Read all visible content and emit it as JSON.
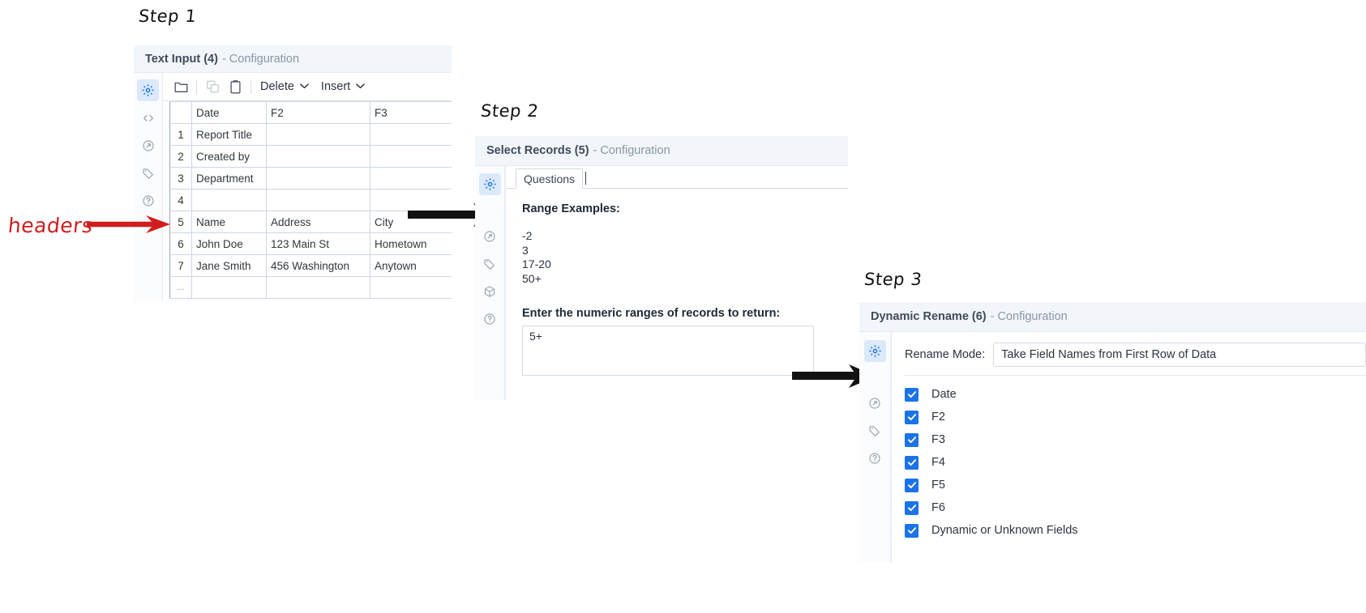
{
  "annotations": {
    "step1_label": "Step 1",
    "step2_label": "Step 2",
    "step3_label": "Step 3",
    "headers_label": "headers",
    "red_color": "#d01e1e",
    "arrow_color": "#111111"
  },
  "step1": {
    "title_bold": "Text Input (4)",
    "title_sub": "- Configuration",
    "toolbar": {
      "open_icon": "folder-icon",
      "copy_icon": "copy-icon",
      "paste_icon": "clipboard-icon",
      "delete_label": "Delete",
      "delete_caret": "chevron-down-icon",
      "insert_label": "Insert",
      "insert_caret": "chevron-down-icon"
    },
    "rail_icons": [
      "gear-icon",
      "code-brackets-icon",
      "circle-arrow-icon",
      "tag-icon",
      "help-icon"
    ],
    "grid": {
      "columns": [
        "",
        "Date",
        "F2",
        "F3",
        ""
      ],
      "rows": [
        {
          "num": "",
          "cells": [
            "Date",
            "F2",
            "F3",
            ""
          ]
        },
        {
          "num": "1",
          "cells": [
            "Report Title",
            "",
            "",
            ""
          ]
        },
        {
          "num": "2",
          "cells": [
            "Created by",
            "",
            "",
            ""
          ]
        },
        {
          "num": "3",
          "cells": [
            "Department",
            "",
            "",
            ""
          ]
        },
        {
          "num": "4",
          "cells": [
            "",
            "",
            "",
            ""
          ]
        },
        {
          "num": "5",
          "cells": [
            "Name",
            "Address",
            "City",
            ""
          ]
        },
        {
          "num": "6",
          "cells": [
            "John Doe",
            "123 Main St",
            "Hometown",
            ""
          ]
        },
        {
          "num": "7",
          "cells": [
            "Jane Smith",
            "456 Washington",
            "Anytown",
            ""
          ]
        },
        {
          "num": "...",
          "cells": [
            "",
            "",
            "",
            ""
          ]
        }
      ]
    }
  },
  "step2": {
    "title_bold": "Select Records (5)",
    "title_sub": "- Configuration",
    "rail_icons": [
      "gear-icon",
      "circle-arrow-icon",
      "tag-icon",
      "cube-icon",
      "help-icon"
    ],
    "tab_label": "Questions",
    "range_examples_heading": "Range Examples:",
    "range_examples": [
      "-2",
      "3",
      "17-20",
      "50+"
    ],
    "prompt": "Enter the numeric ranges of records to return:",
    "input_value": "5+"
  },
  "step3": {
    "title_bold": "Dynamic Rename (6)",
    "title_sub": "- Configuration",
    "rail_icons": [
      "gear-icon",
      "circle-arrow-icon",
      "tag-icon",
      "help-icon"
    ],
    "rename_mode_label": "Rename Mode:",
    "rename_mode_value": "Take Field Names from First Row of Data",
    "fields": [
      {
        "label": "Date",
        "checked": true
      },
      {
        "label": "F2",
        "checked": true
      },
      {
        "label": "F3",
        "checked": true
      },
      {
        "label": "F4",
        "checked": true
      },
      {
        "label": "F5",
        "checked": true
      },
      {
        "label": "F6",
        "checked": true
      },
      {
        "label": "Dynamic or Unknown Fields",
        "checked": true
      }
    ]
  }
}
